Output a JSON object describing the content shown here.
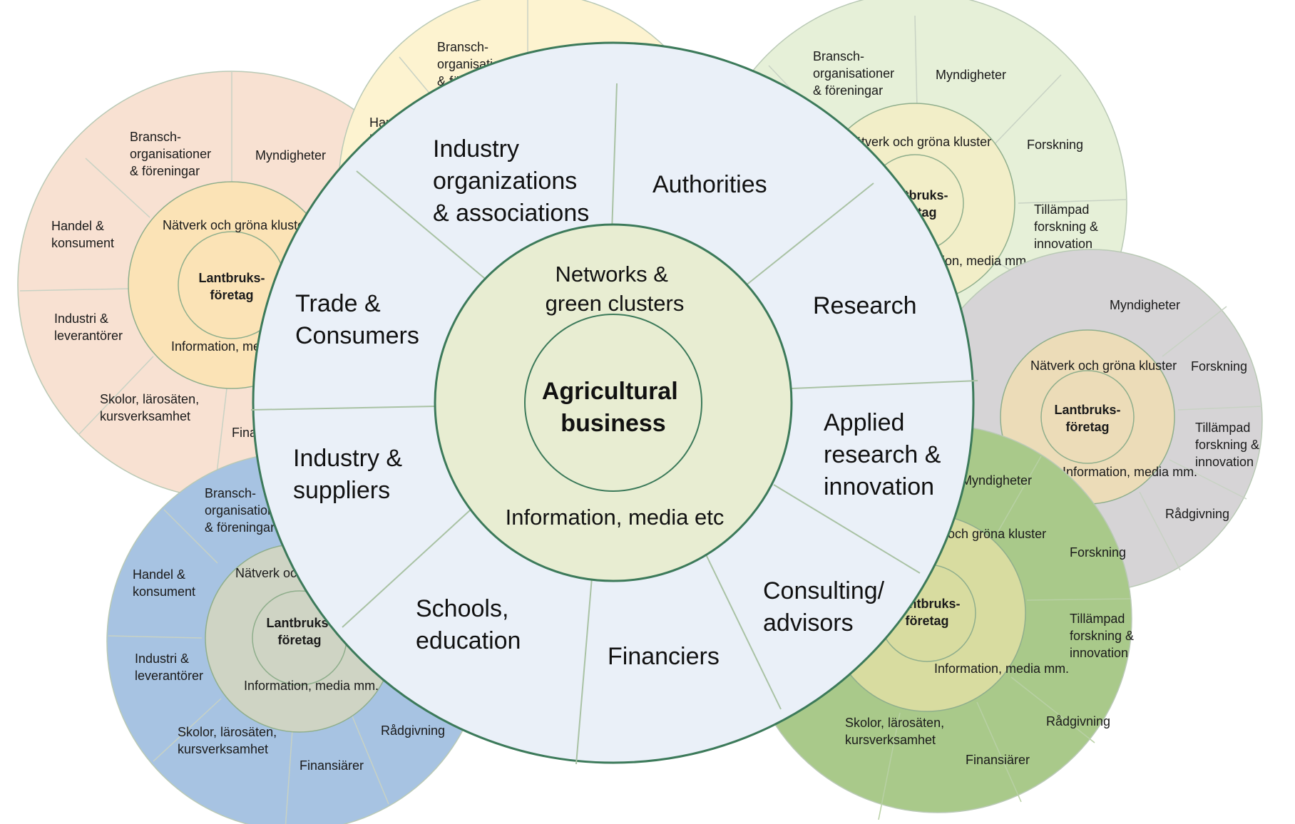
{
  "diagram": {
    "main": {
      "center": "Agricultural business",
      "middle_top": "Networks & green clusters",
      "middle_bottom": "Information, media etc",
      "sectors": [
        "Industry organizations & associations",
        "Authorities",
        "Research",
        "Applied research & innovation",
        "Consulting/ advisors",
        "Financiers",
        "Schools, education",
        "Industry & suppliers",
        "Trade & Consumers"
      ],
      "colors": {
        "outer": "#eaf0f8",
        "middle": "#e8edd2",
        "inner": "#e8edd2",
        "border": "#3c7a5a"
      }
    },
    "small_labels": {
      "center": "Lantbruks- företag",
      "networks": "Nätverk och gröna kluster",
      "information": "Information, media mm.",
      "bransch": "Bransch- organisationer & föreningar",
      "myndigheter": "Myndigheter",
      "forskning": "Forskning",
      "tillampad": "Tillämpad forskning & innovation",
      "radgivning": "Rådgivning",
      "finansiarer": "Finansiärer",
      "skolor": "Skolor, lärosäten, kursverksamhet",
      "industri": "Industri & leverantörer",
      "handel": "Handel & konsument"
    },
    "background_circles": [
      {
        "id": "peach",
        "colors": {
          "outer": "#f8e1d2",
          "middle": "#fbe3b6",
          "inner": "#fbe3b6"
        }
      },
      {
        "id": "yellow",
        "colors": {
          "outer": "#fdf3d0",
          "middle": "#fbeab0",
          "inner": "#fbeab0"
        }
      },
      {
        "id": "lightgreen",
        "colors": {
          "outer": "#e6f0d8",
          "middle": "#f2eec8",
          "inner": "#f2eec8"
        }
      },
      {
        "id": "gray",
        "colors": {
          "outer": "#d6d4d6",
          "middle": "#ecdcb8",
          "inner": "#ecdcb8"
        }
      },
      {
        "id": "blue",
        "colors": {
          "outer": "#a7c3e2",
          "middle": "#cfd4c4",
          "inner": "#cfd4c4"
        }
      },
      {
        "id": "green",
        "colors": {
          "outer": "#a9c98a",
          "middle": "#d8dca0",
          "inner": "#d8dca0"
        }
      }
    ]
  }
}
